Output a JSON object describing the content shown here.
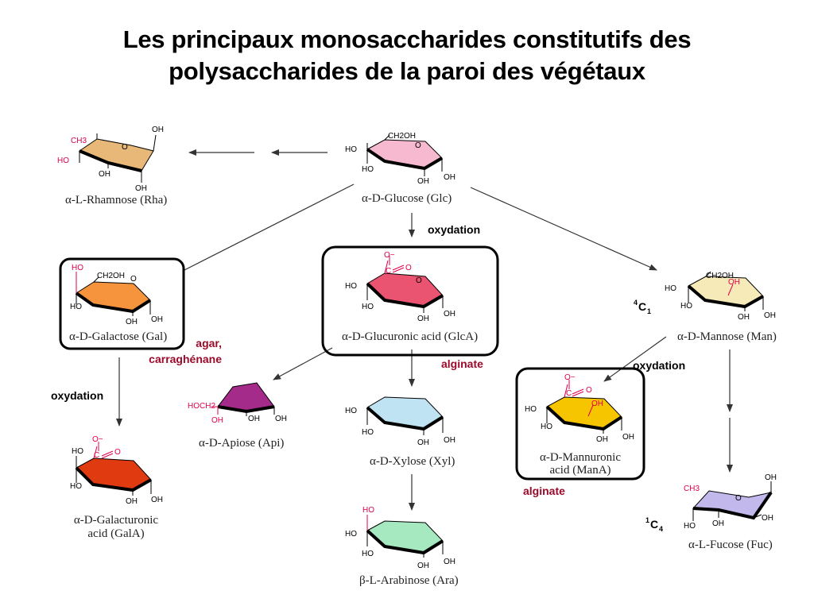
{
  "title": {
    "line1": "Les principaux monosaccharides constitutifs des",
    "line2": "polysaccharides de la paroi des végétaux"
  },
  "colors": {
    "rhamnose": "#e8b878",
    "glucose": "#f7b9cf",
    "galactose": "#f5943c",
    "glucuronic": "#ea5470",
    "mannose": "#f6eab8",
    "apiose": "#a52b8b",
    "xylose": "#bfe3f2",
    "mannuronic": "#f6c500",
    "galacturonic": "#e03a10",
    "arabinose": "#a6e8c0",
    "fucose": "#c2b8ec",
    "note_red": "#9b0a2a",
    "atom_red": "#e0004a"
  },
  "molecules": {
    "rhamnose": {
      "caption": "α-L-Rhamnose (Rha)",
      "atoms": {
        "ch3": "CH3",
        "o": "O",
        "oh_top": "OH",
        "ho": "HO",
        "oh_mid": "OH",
        "oh_bottom": "OH"
      }
    },
    "glucose": {
      "caption": "α-D-Glucose (Glc)",
      "atoms": {
        "ch2oh": "CH2OH",
        "o": "O",
        "ho1": "HO",
        "ho2": "HO",
        "oh_mid": "OH",
        "oh_right": "OH"
      }
    },
    "galactose": {
      "caption": "α-D-Galactose (Gal)",
      "atoms": {
        "ho_red": "HO",
        "ch2oh": "CH2OH",
        "o": "O",
        "ho": "HO",
        "oh_mid": "OH",
        "oh_right": "OH"
      }
    },
    "glucuronic": {
      "caption": "α-D-Glucuronic acid (GlcA)",
      "atoms": {
        "o_minus": "O−",
        "c": "C",
        "o_dbl": "O",
        "o": "O",
        "ho1": "HO",
        "ho2": "HO",
        "oh_mid": "OH",
        "oh_right": "OH"
      }
    },
    "mannose": {
      "caption": "α-D-Mannose (Man)",
      "atoms": {
        "ch2oh": "CH2OH",
        "oh_red": "OH",
        "ho1": "HO",
        "ho2": "HO",
        "oh_mid": "OH",
        "oh_right": "OH"
      }
    },
    "apiose": {
      "caption": "α-D-Apiose (Api)",
      "atoms": {
        "hoch2": "HOCH2",
        "oh_red": "OH",
        "oh_mid": "OH",
        "oh_right": "OH"
      }
    },
    "xylose": {
      "caption": "α-D-Xylose (Xyl)",
      "atoms": {
        "ho1": "HO",
        "ho2": "HO",
        "oh_mid": "OH",
        "oh_right": "OH"
      }
    },
    "mannuronic": {
      "caption_line1": "α-D-Mannuronic",
      "caption_line2": "acid (ManA)",
      "atoms": {
        "o_minus": "O−",
        "c": "C",
        "o_dbl": "O",
        "oh_red": "OH",
        "ho1": "HO",
        "ho2": "HO",
        "oh_mid": "OH",
        "oh_right": "OH"
      }
    },
    "galacturonic": {
      "caption_line1": "α-D-Galacturonic",
      "caption_line2": "acid (GalA)",
      "atoms": {
        "o_minus": "O−",
        "c": "C",
        "o_dbl": "O",
        "ho1": "HO",
        "ho2": "HO",
        "oh_mid": "OH",
        "oh_right": "OH"
      }
    },
    "arabinose": {
      "caption": "β-L-Arabinose (Ara)",
      "atoms": {
        "ho_red": "HO",
        "ho1": "HO",
        "ho2": "HO",
        "oh_mid": "OH",
        "oh_right": "OH"
      }
    },
    "fucose": {
      "caption": "α-L-Fucose (Fuc)",
      "atoms": {
        "ch3": "CH3",
        "o": "O",
        "oh_top": "OH",
        "ho": "HO",
        "oh_mid": "OH",
        "oh_right": "OH"
      }
    }
  },
  "labels": {
    "oxydation_center": "oxydation",
    "oxydation_left": "oxydation",
    "oxydation_right": "oxydation",
    "agar_line1": "agar,",
    "agar_line2": "carraghénane",
    "alginate_center": "alginate",
    "alginate_right": "alginate",
    "conf_4c1_sup": "4",
    "conf_4c1_main": "C",
    "conf_4c1_sub": "1",
    "conf_1c4_sup": "1",
    "conf_1c4_main": "C",
    "conf_1c4_sub": "4"
  }
}
